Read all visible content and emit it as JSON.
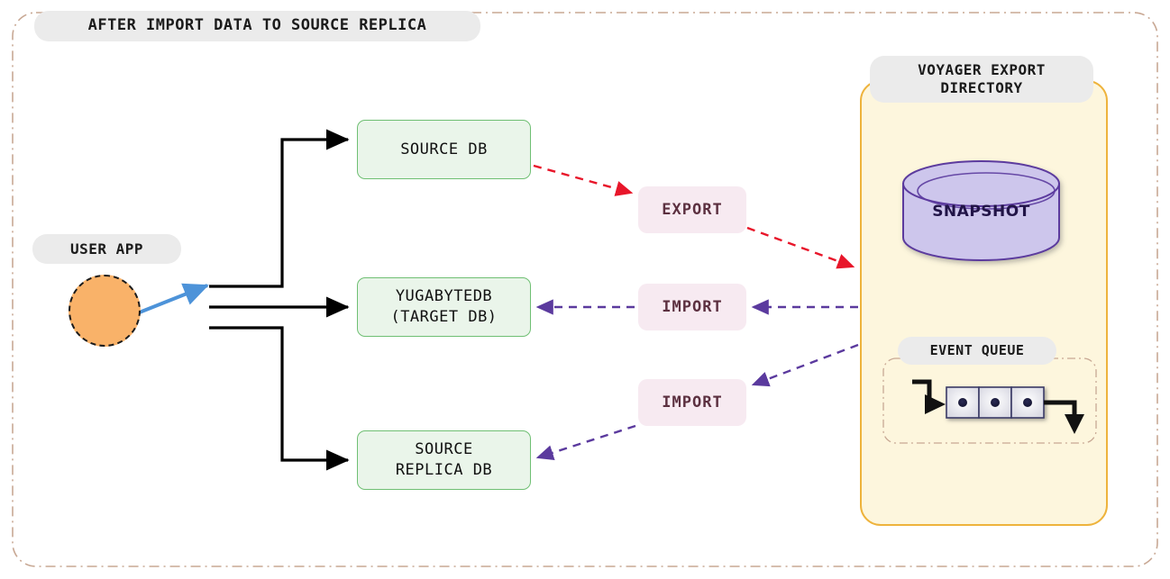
{
  "diagram": {
    "title": "AFTER IMPORT DATA TO SOURCE REPLICA",
    "outer_border_color": "#c8a894",
    "background": "#ffffff"
  },
  "user_app": {
    "label": "USER APP",
    "node_name": "user-app-circle",
    "fill": "#f9b269",
    "border": "#1a1a1a",
    "arrow_color": "#4d93d9"
  },
  "databases": [
    {
      "id": "source-db",
      "label": "SOURCE DB"
    },
    {
      "id": "yugabytedb-target",
      "label": "YUGABYTEDB\n(TARGET DB)"
    },
    {
      "id": "source-replica-db",
      "label": "SOURCE\nREPLICA DB"
    }
  ],
  "db_style": {
    "fill": "#eaf5ea",
    "border": "#6fbf73",
    "text": "#111111"
  },
  "operations": [
    {
      "id": "export",
      "label": "EXPORT",
      "color": "#e8162a",
      "style": "dashed"
    },
    {
      "id": "import-1",
      "label": "IMPORT",
      "color": "#5b3a9e",
      "style": "dashed"
    },
    {
      "id": "import-2",
      "label": "IMPORT",
      "color": "#5b3a9e",
      "style": "dashed"
    }
  ],
  "operation_style": {
    "fill": "#f7eaf1",
    "text": "#5c3040"
  },
  "voyager": {
    "title": "VOYAGER EXPORT",
    "title_line2": "DIRECTORY",
    "fill": "#fdf6dd",
    "border": "#eeb33c",
    "snapshot": {
      "label": "SNAPSHOT",
      "fill": "#cdc6ec",
      "border": "#5b3a9e"
    },
    "event_queue": {
      "label": "EVENT QUEUE",
      "cell_count": 3,
      "cell_fill": "#e9e9ef",
      "cell_border": "#3a3a66",
      "dot_color": "#1c1c44",
      "container_border": "#c8a894"
    }
  }
}
